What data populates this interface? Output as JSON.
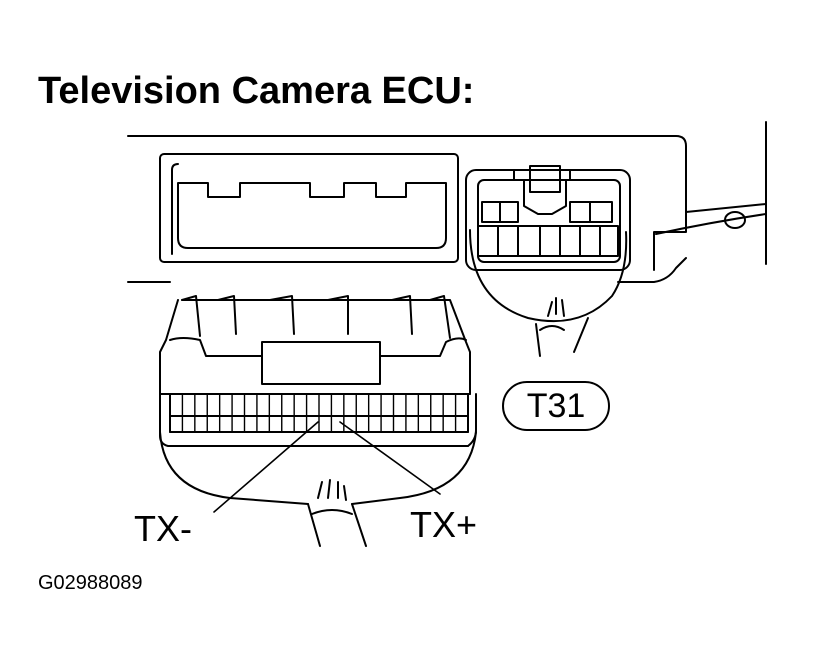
{
  "title": "Television Camera ECU:",
  "connector_id": "T31",
  "pin_labels": {
    "tx_minus": "TX-",
    "tx_plus": "TX+"
  },
  "figure_code": "G02988089"
}
